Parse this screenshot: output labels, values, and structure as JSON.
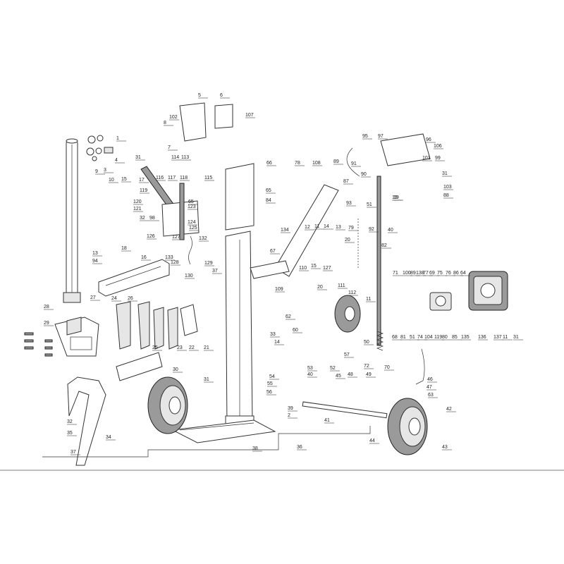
{
  "callouts": [
    "5",
    "6",
    "102",
    "107",
    "8",
    "1",
    "7",
    "9",
    "3",
    "4",
    "10",
    "15",
    "17",
    "31",
    "116",
    "117",
    "118",
    "114",
    "113",
    "115",
    "66",
    "119",
    "65",
    "120",
    "121",
    "123",
    "98",
    "124",
    "32",
    "127",
    "125",
    "18",
    "126",
    "133",
    "13",
    "16",
    "129",
    "128",
    "130",
    "37",
    "94",
    "24",
    "28",
    "27",
    "26",
    "25",
    "22",
    "23",
    "21",
    "29",
    "19",
    "132",
    "78",
    "108",
    "89",
    "65",
    "84",
    "134",
    "67",
    "12",
    "11",
    "14",
    "13",
    "79",
    "20",
    "15",
    "127",
    "110",
    "109",
    "20",
    "111",
    "112",
    "11",
    "62",
    "60",
    "33",
    "14",
    "57",
    "50",
    "70",
    "52",
    "53",
    "55",
    "56",
    "54",
    "40",
    "45",
    "48",
    "49",
    "39",
    "2",
    "41",
    "36",
    "38",
    "30",
    "31",
    "34",
    "35",
    "32",
    "37",
    "44",
    "46",
    "47",
    "63",
    "42",
    "43",
    "72",
    "95",
    "97",
    "91",
    "90",
    "96",
    "106",
    "101",
    "99",
    "103",
    "88",
    "87",
    "92",
    "93",
    "82",
    "40",
    "31",
    "19",
    "51",
    "71",
    "100",
    "89",
    "138",
    "77",
    "69",
    "75",
    "76",
    "86",
    "64",
    "68",
    "81",
    "51",
    "74",
    "104",
    "119",
    "80",
    "85",
    "135",
    "136",
    "137",
    "11",
    "31"
  ]
}
